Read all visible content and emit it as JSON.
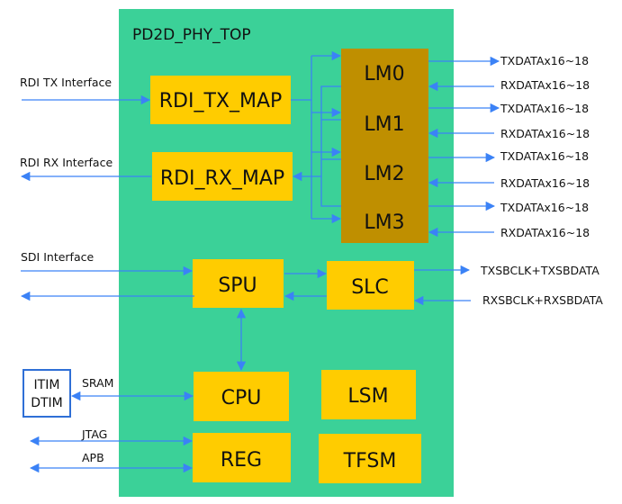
{
  "colors": {
    "container": "#3bd198",
    "block": "#ffcc00",
    "lane_block": "#bf8f00",
    "wire": "#3b82f6",
    "memory_border": "#2f6fd6"
  },
  "container": {
    "title": "PD2D_PHY_TOP"
  },
  "blocks": {
    "rdi_tx_map": "RDI_TX_MAP",
    "rdi_rx_map": "RDI_RX_MAP",
    "lm0": "LM0",
    "lm1": "LM1",
    "lm2": "LM2",
    "lm3": "LM3",
    "spu": "SPU",
    "slc": "SLC",
    "cpu": "CPU",
    "lsm": "LSM",
    "reg": "REG",
    "tfsm": "TFSM"
  },
  "memory": {
    "line1": "ITIM",
    "line2": "DTIM"
  },
  "left_labels": {
    "rdi_tx": "RDI TX Interface",
    "rdi_rx": "RDI RX Interface",
    "sdi": "SDI Interface",
    "sram": "SRAM",
    "jtag": "JTAG",
    "apb": "APB"
  },
  "right_labels": {
    "lanes": [
      "TXDATAx16~18",
      "RXDATAx16~18",
      "TXDATAx16~18",
      "RXDATAx16~18",
      "TXDATAx16~18",
      "RXDATAx16~18",
      "TXDATAx16~18",
      "RXDATAx16~18"
    ],
    "sb_tx": "TXSBCLK+TXSBDATA",
    "sb_rx": "RXSBCLK+RXSBDATA"
  }
}
